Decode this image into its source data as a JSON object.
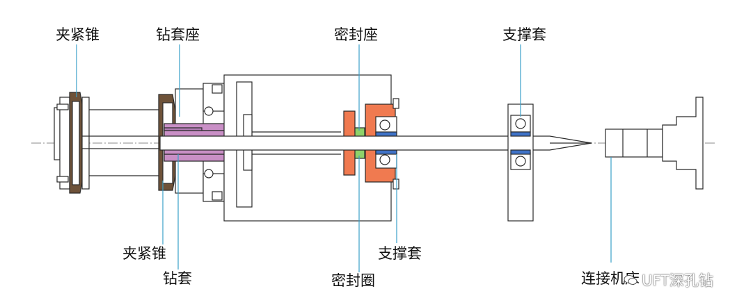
{
  "labels": {
    "top_clamp_cone": "夹紧锥",
    "top_drill_sleeve_seat": "钻套座",
    "top_seal_seat": "密封座",
    "top_support_sleeve": "支撑套",
    "bottom_clamp_cone": "夹紧锥",
    "bottom_drill_sleeve": "钻套",
    "bottom_seal_ring": "密封圈",
    "bottom_support_sleeve": "支撑套",
    "bottom_machine_connection": "连接机床"
  },
  "watermark": {
    "text": "UFT深孔钻",
    "icon": "wechat-icon"
  },
  "colors": {
    "clamp_brown": "#6e5239",
    "sleeve_purple": "#c98fc6",
    "seal_orange": "#f07a50",
    "seal_green": "#8fd26a",
    "bearing_blue": "#3f73c8",
    "leader_blue": "#3aa0c9",
    "outline": "#2a2a2a"
  }
}
